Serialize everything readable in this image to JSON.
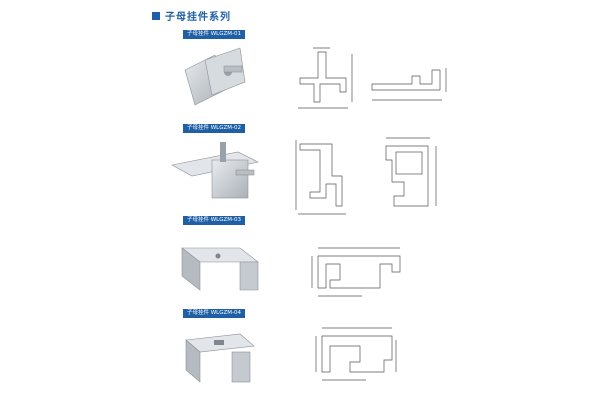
{
  "heading": {
    "title": "子母挂件系列"
  },
  "products": [
    {
      "label": "子母挂件 WLGZM-01"
    },
    {
      "label": "子母挂件 WLGZM-02"
    },
    {
      "label": "子母挂件 WLGZM-03"
    },
    {
      "label": "子母挂件 WLGZM-04"
    }
  ],
  "colors": {
    "accent": "#1f5fa6",
    "metal": "#c7cdd3",
    "line": "#555555"
  }
}
